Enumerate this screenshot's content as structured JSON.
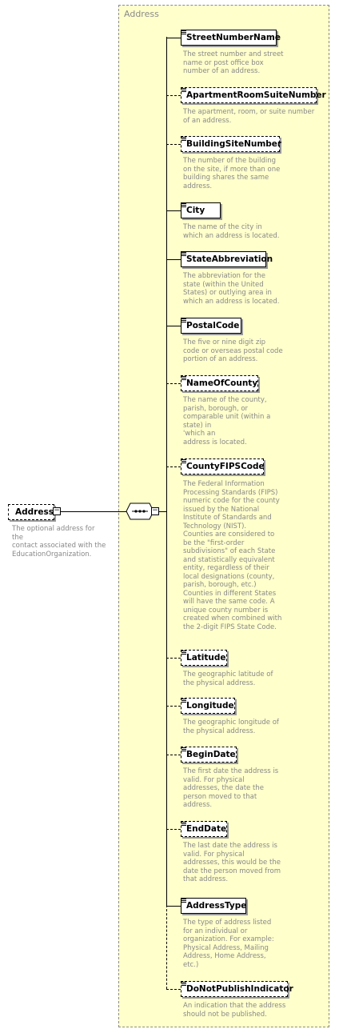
{
  "panel": {
    "title": "Address"
  },
  "root": {
    "label": "Address",
    "toggle": "−",
    "description": "The optional address for the\ncontact associated with the\nEducationOrganization."
  },
  "sequence": {
    "toggle": "−"
  },
  "elements": [
    {
      "label": "StreetNumberName",
      "required": true,
      "description": "The street number and street\nname or post office box\nnumber of an address."
    },
    {
      "label": "ApartmentRoomSuiteNumber",
      "required": false,
      "description": "The apartment, room, or suite number\nof an address."
    },
    {
      "label": "BuildingSiteNumber",
      "required": false,
      "description": "The number of the building\non the site, if more than one\nbuilding shares the same\naddress."
    },
    {
      "label": "City",
      "required": true,
      "description": "The name of the city in\nwhich an address is located."
    },
    {
      "label": "StateAbbreviation",
      "required": true,
      "description": "The abbreviation for the\nstate (within the United\nStates) or outlying area in\nwhich an address is located."
    },
    {
      "label": "PostalCode",
      "required": true,
      "description": "The five or nine digit zip\ncode or overseas postal code\nportion of an address."
    },
    {
      "label": "NameOfCounty",
      "required": false,
      "description": "The name of the county,\nparish, borough, or\ncomparable unit (within a\nstate) in\n                         'which an\naddress is located."
    },
    {
      "label": "CountyFIPSCode",
      "required": false,
      "description": "The Federal Information\nProcessing Standards (FIPS)\nnumeric code for the county\nissued by the National\nInstitute of Standards and\nTechnology (NIST).\nCounties are considered to\nbe the \"first-order\nsubdivisions\" of each State\nand statistically equivalent\nentity, regardless of their\nlocal designations (county,\nparish, borough, etc.)\nCounties in different States\nwill have the same code. A\nunique county number is\ncreated when combined with\nthe 2-digit FIPS State Code."
    },
    {
      "label": "Latitude",
      "required": false,
      "description": "The geographic latitude of\nthe physical address."
    },
    {
      "label": "Longitude",
      "required": false,
      "description": "The geographic longitude of\nthe physical address."
    },
    {
      "label": "BeginDate",
      "required": false,
      "description": "The first date the address is\nvalid. For physical\naddresses, the date the\nperson moved to that\naddress."
    },
    {
      "label": "EndDate",
      "required": false,
      "description": "The last date the address is\nvalid. For physical\naddresses, this would be the\ndate the person moved from\nthat address."
    },
    {
      "label": "AddressType",
      "required": true,
      "description": "The type of address listed\nfor an individual or\norganization.    For example:\n Physical Address, Mailing\nAddress, Home Address,\netc.)"
    },
    {
      "label": "DoNotPublishIndicator",
      "required": false,
      "description": "An indication that the address\nshould not be published."
    }
  ]
}
